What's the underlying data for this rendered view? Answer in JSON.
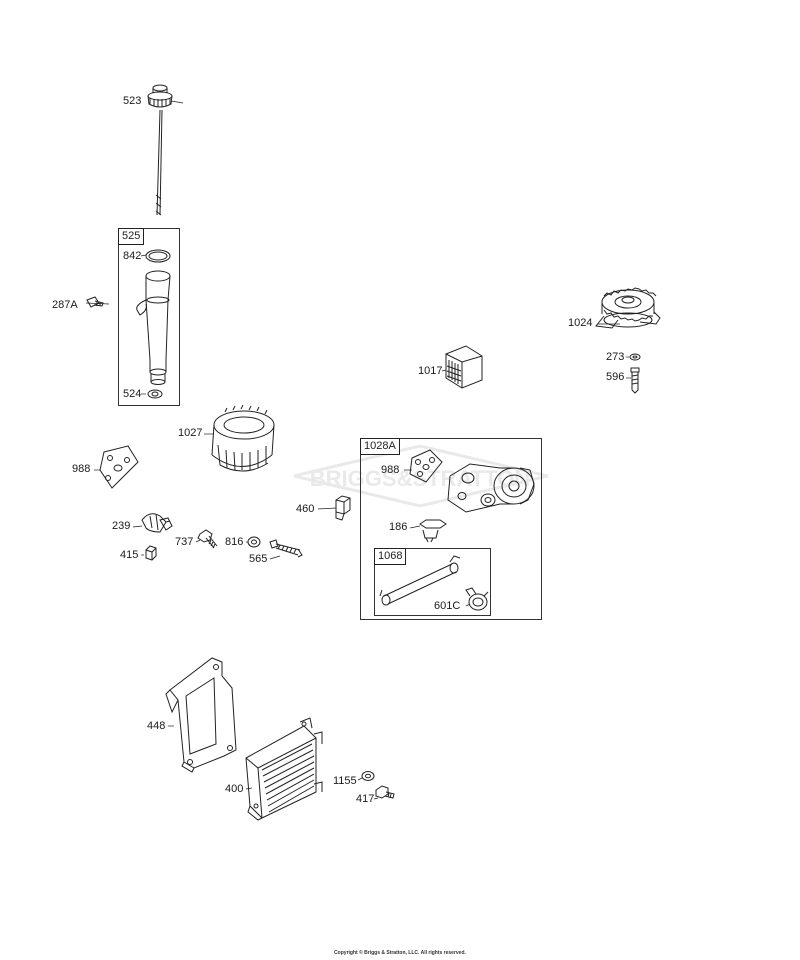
{
  "parts": {
    "p523": "523",
    "p525": "525",
    "p842": "842",
    "p287A": "287A",
    "p524": "524",
    "p1024": "1024",
    "p273": "273",
    "p596": "596",
    "p1017": "1017",
    "p1027": "1027",
    "p988a": "988",
    "p1028A": "1028A",
    "p988b": "988",
    "p460": "460",
    "p239": "239",
    "p737": "737",
    "p816": "816",
    "p415": "415",
    "p565": "565",
    "p186": "186",
    "p1068": "1068",
    "p601C": "601C",
    "p448": "448",
    "p400": "400",
    "p1155": "1155",
    "p417": "417"
  },
  "watermark": "BRIGGS&STRATTON",
  "footer": "Copyright © Briggs & Stratton, LLC. All rights reserved."
}
